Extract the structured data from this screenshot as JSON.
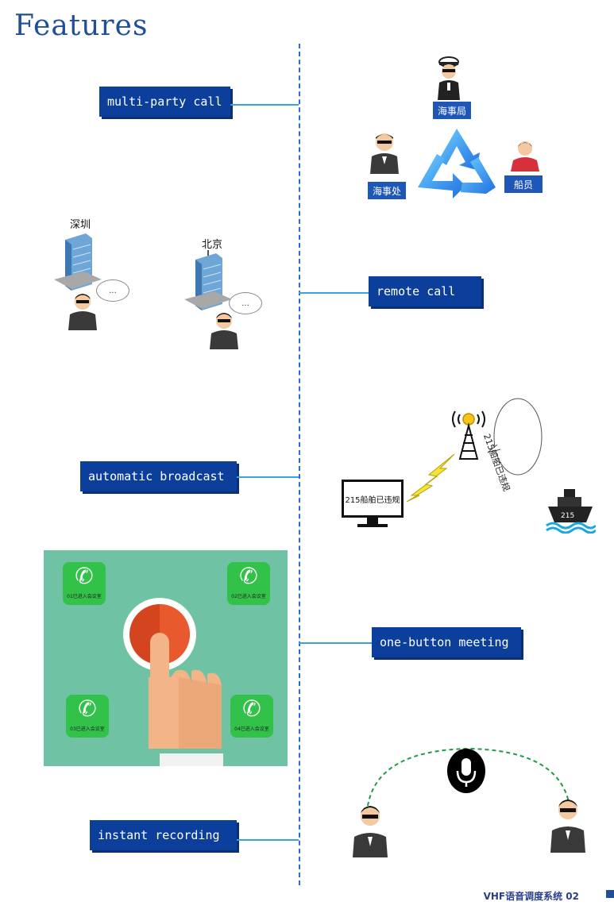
{
  "page": {
    "title": "Features",
    "footer": "VHF语音调度系统 02"
  },
  "sections": [
    {
      "label": "multi-party call"
    },
    {
      "label": "remote call"
    },
    {
      "label": "automatic broadcast"
    },
    {
      "label": "one-button meeting"
    },
    {
      "label": "instant recording"
    }
  ],
  "multi_party": {
    "role_top": "海事局",
    "role_left": "海事处",
    "role_right": "船员"
  },
  "remote_call": {
    "city_left": "深圳",
    "city_right": "北京",
    "bubble_text": "..."
  },
  "broadcast": {
    "monitor_text": "215船舶已违规",
    "bubble_text": "215船舶已违规",
    "ship_number": "215"
  },
  "meeting": {
    "phones": [
      {
        "text": "01已进入会议室"
      },
      {
        "text": "02已进入会议室"
      },
      {
        "text": "03已进入会议室"
      },
      {
        "text": "04已进入会议室"
      }
    ]
  },
  "colors": {
    "accent": "#0c3f9c",
    "line": "#3aa0e6",
    "meeting_bg": "#6fc2a4",
    "phone_green": "#32c24a"
  }
}
